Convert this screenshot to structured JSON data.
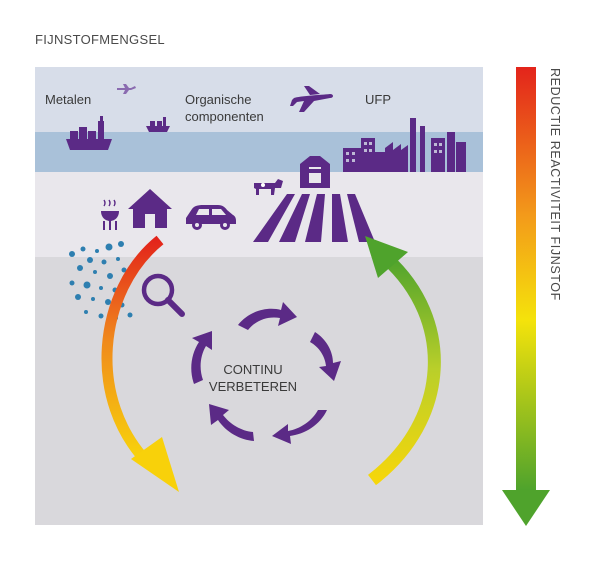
{
  "title": "FIJNSTOFMENGSEL",
  "sources": {
    "metals": "Metalen",
    "organic_line1": "Organische",
    "organic_line2": "componenten",
    "ufp": "UFP"
  },
  "cycle": {
    "line1": "CONTINU",
    "line2": "VERBETEREN"
  },
  "scale_label": "REDUCTIE REACTIVITEIT FIJNSTOF",
  "colors": {
    "purple": "#5b2a86",
    "sky": "#d7dde9",
    "water": "#a9c1d9",
    "land": "#e9e7ec",
    "ground": "#d9d8dc",
    "scale_top": "#e3241b",
    "scale_mid": "#f4d80b",
    "scale_bottom": "#4fa32c",
    "dots": "#2e7fb0"
  },
  "icons": [
    "plane-icon",
    "ship-icon",
    "barbecue-icon",
    "house-icon",
    "car-icon",
    "cow-icon",
    "barn-icon",
    "field-icon",
    "factory-icon",
    "magnifier-icon",
    "particles-icon"
  ]
}
